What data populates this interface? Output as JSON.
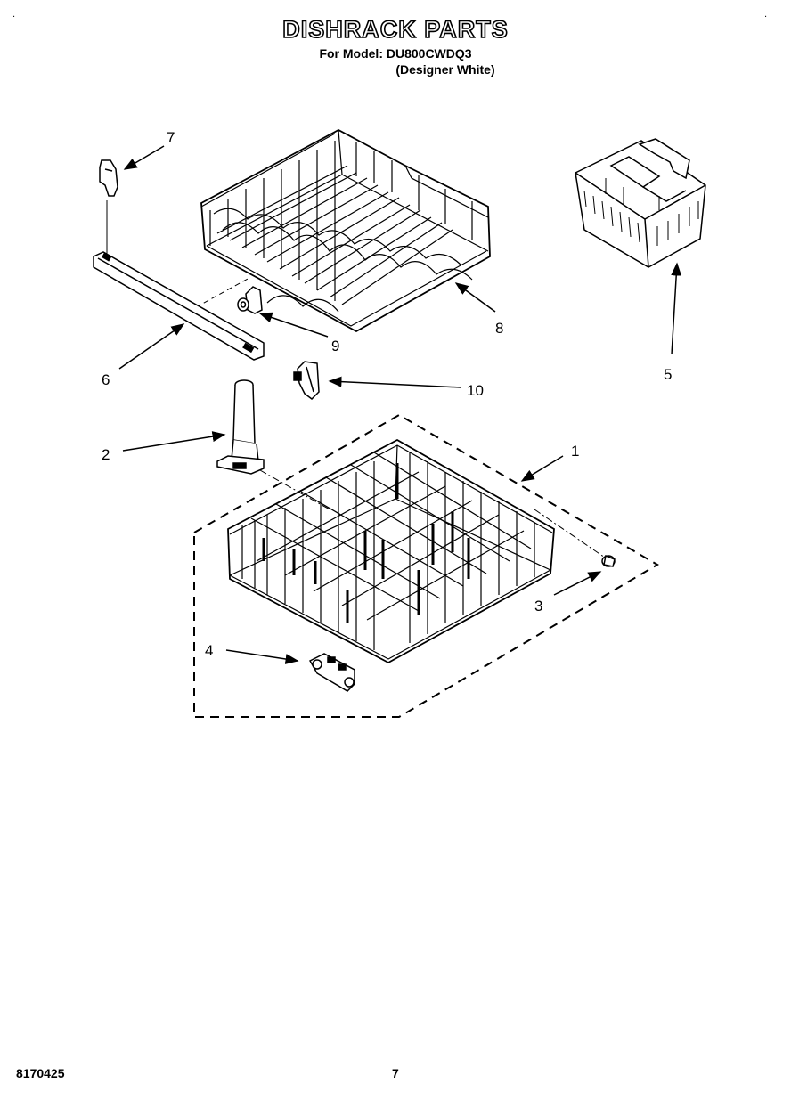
{
  "header": {
    "title": "DISHRACK PARTS",
    "model_line": "For Model: DU800CWDQ3",
    "variant_line": "(Designer White)"
  },
  "footer": {
    "doc_code": "8170425",
    "page_number": "7"
  },
  "callouts": {
    "c1": "1",
    "c2": "2",
    "c3": "3",
    "c4": "4",
    "c5": "5",
    "c6": "6",
    "c7": "7",
    "c8": "8",
    "c9": "9",
    "c10": "10"
  },
  "corner_marks": {
    "tl": "·",
    "tr": "·"
  }
}
